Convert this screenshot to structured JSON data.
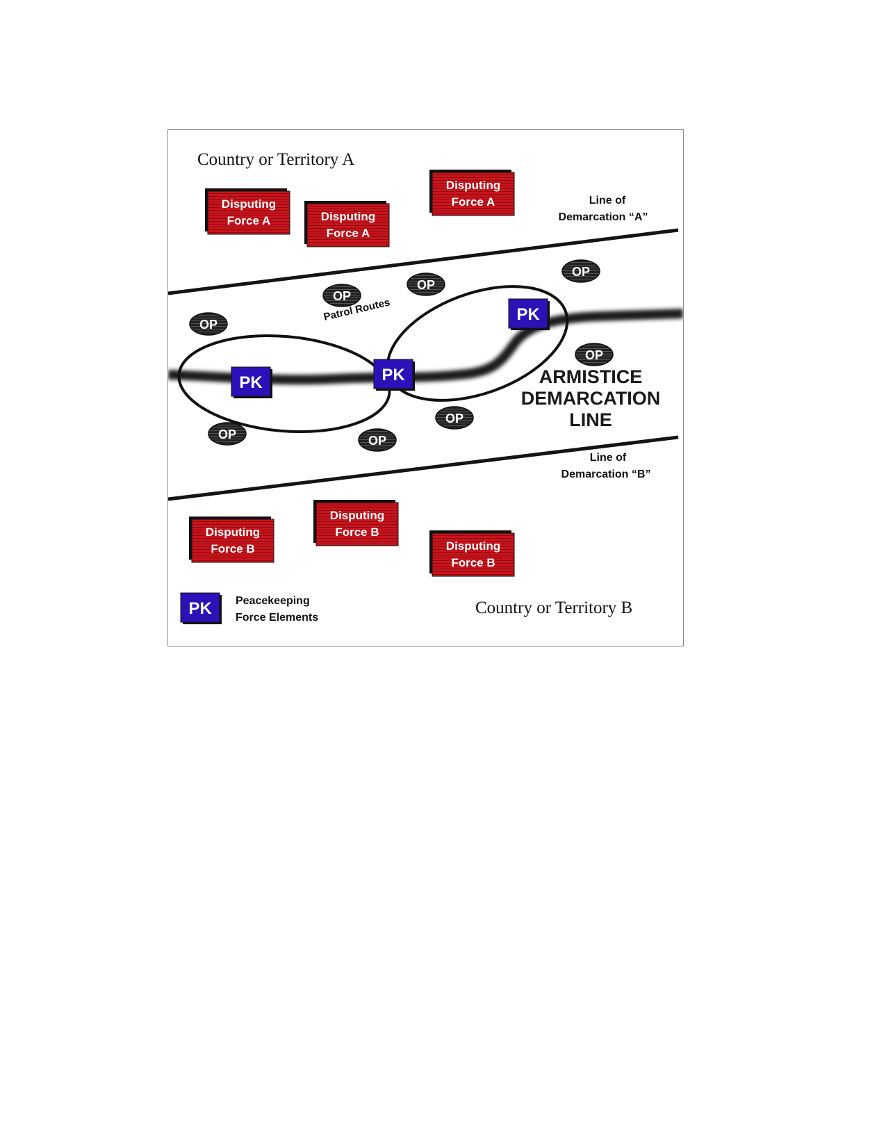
{
  "territory_a": "Country or Territory A",
  "territory_b": "Country or Territory B",
  "line_a": {
    "line1": "Line of",
    "line2": "Demarcation “A”"
  },
  "line_b": {
    "line1": "Line of",
    "line2": "Demarcation “B”"
  },
  "patrol_routes": "Patrol Routes",
  "armistice": {
    "line1": "ARMISTICE",
    "line2": "DEMARCATION",
    "line3": "LINE"
  },
  "force_a": {
    "line1": "Disputing",
    "line2": "Force A"
  },
  "force_b": {
    "line1": "Disputing",
    "line2": "Force B"
  },
  "pk_label": "PK",
  "op_label": "OP",
  "legend": {
    "symbol": "PK",
    "line1": "Peacekeeping",
    "line2": "Force Elements"
  },
  "colors": {
    "force_red": "#c8141c",
    "pk_blue": "#2a12b8",
    "op_dark": "#2b2b2b",
    "line": "#141414"
  }
}
